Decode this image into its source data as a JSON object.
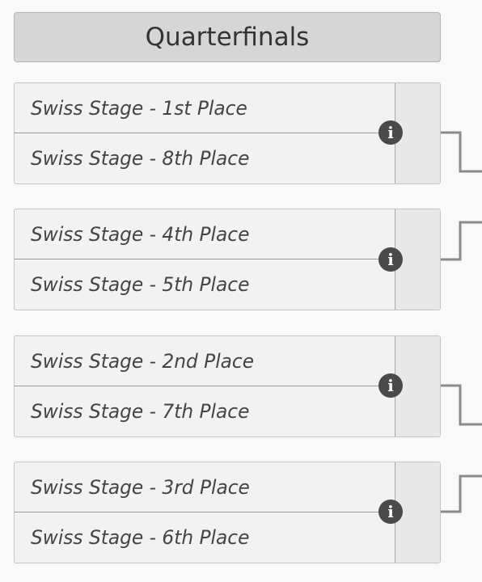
{
  "round": {
    "title": "Quarterfinals"
  },
  "matches": [
    {
      "team_top": "Swiss Stage - 1st Place",
      "team_bottom": "Swiss Stage - 8th Place",
      "info_icon": "info-icon"
    },
    {
      "team_top": "Swiss Stage - 4th Place",
      "team_bottom": "Swiss Stage - 5th Place",
      "info_icon": "info-icon"
    },
    {
      "team_top": "Swiss Stage - 2nd Place",
      "team_bottom": "Swiss Stage - 7th Place",
      "info_icon": "info-icon"
    },
    {
      "team_top": "Swiss Stage - 3rd Place",
      "team_bottom": "Swiss Stage - 6th Place",
      "info_icon": "info-icon"
    }
  ],
  "colors": {
    "connector": "#8a8a8a",
    "icon_bg": "#4a4a4a",
    "header_bg": "#d6d6d6"
  }
}
